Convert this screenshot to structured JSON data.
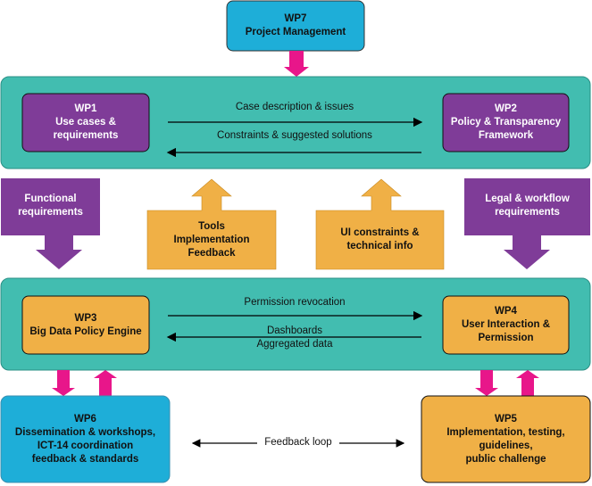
{
  "colors": {
    "teal": "#42bdb0",
    "purple": "#7f3c98",
    "orange": "#f0b046",
    "blue": "#1eaed8",
    "pink": "#e8168a"
  },
  "wp7": {
    "id": "WP7",
    "title": "Project Management"
  },
  "wp1": {
    "id": "WP1",
    "line1": "Use cases &",
    "line2": "requirements"
  },
  "wp2": {
    "id": "WP2",
    "line1": "Policy & Transparency",
    "line2": "Framework"
  },
  "top_flows": {
    "right": "Case description & issues",
    "left": "Constraints & suggested solutions"
  },
  "functional": {
    "line1": "Functional",
    "line2": "requirements"
  },
  "tools": {
    "line1": "Tools",
    "line2": "Implementation",
    "line3": "Feedback"
  },
  "ui": {
    "line1": "UI constraints &",
    "line2": "technical info"
  },
  "legal": {
    "line1": "Legal & workflow",
    "line2": "requirements"
  },
  "wp3": {
    "id": "WP3",
    "title": "Big Data Policy Engine"
  },
  "wp4": {
    "id": "WP4",
    "line1": "User Interaction &",
    "line2": "Permission"
  },
  "mid_flows": {
    "right": "Permission revocation",
    "left1": "Dashboards",
    "left2": "Aggregated data"
  },
  "wp6": {
    "id": "WP6",
    "line1": "Dissemination & workshops,",
    "line2": "ICT-14 coordination",
    "line3": "feedback & standards"
  },
  "wp5": {
    "id": "WP5",
    "line1": "Implementation, testing,",
    "line2": "guidelines,",
    "line3": "public challenge"
  },
  "feedback": "Feedback loop"
}
